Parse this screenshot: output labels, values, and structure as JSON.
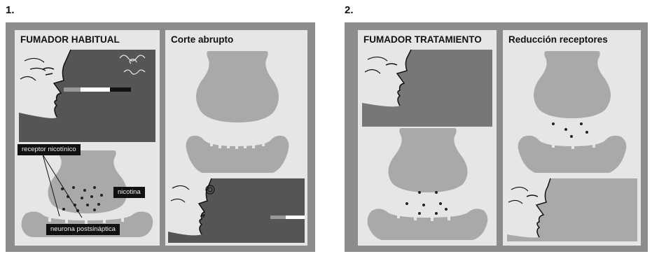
{
  "figure": {
    "group1_number": "1.",
    "group2_number": "2.",
    "panels": {
      "p1": {
        "title": "FUMADOR HABITUAL"
      },
      "p2": {
        "title": "Corte abrupto"
      },
      "p3": {
        "title": "FUMADOR TRATAMIENTO"
      },
      "p4": {
        "title": "Reducción receptores"
      }
    },
    "labels": {
      "receptor": "receptor nicotínico",
      "nicotina": "nicotina",
      "neurona": "neurona postsináptica"
    }
  }
}
